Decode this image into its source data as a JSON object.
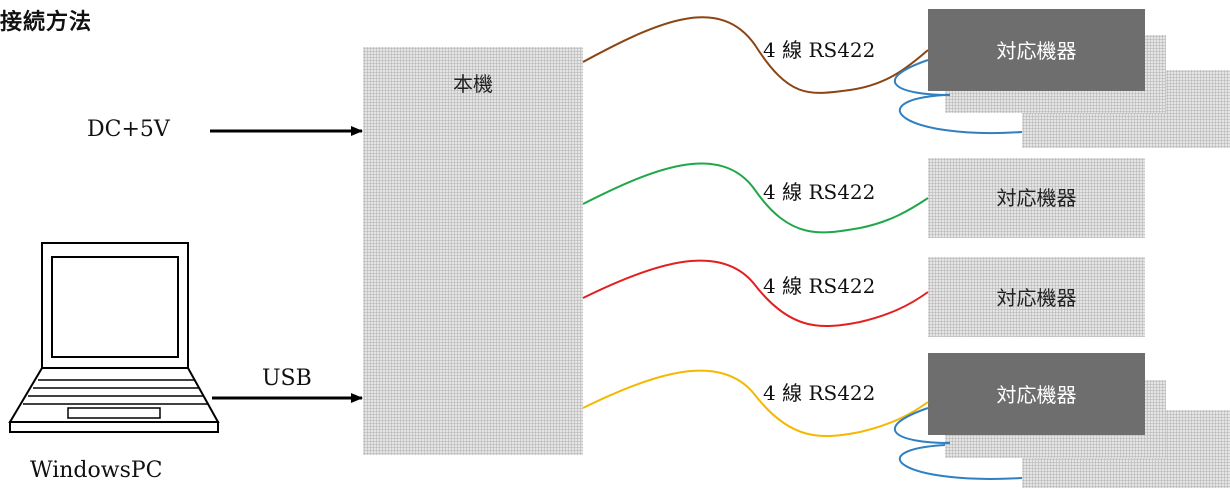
{
  "title": "接続方法",
  "main_unit": {
    "label": "本機"
  },
  "inputs": {
    "power": "DC+5V",
    "usb": "USB"
  },
  "pc": {
    "label": "WindowsPC"
  },
  "links": [
    {
      "label": "4 線 RS422",
      "color": "#8B4513",
      "device": "対応機器",
      "stacked": true
    },
    {
      "label": "4 線 RS422",
      "color": "#1FA84A",
      "device": "対応機器",
      "stacked": false
    },
    {
      "label": "4 線 RS422",
      "color": "#E32020",
      "device": "対応機器",
      "stacked": false
    },
    {
      "label": "4 線 RS422",
      "color": "#F5B800",
      "device": "対応機器",
      "stacked": true
    }
  ],
  "daisy_chain_color": "#2F7FC1"
}
